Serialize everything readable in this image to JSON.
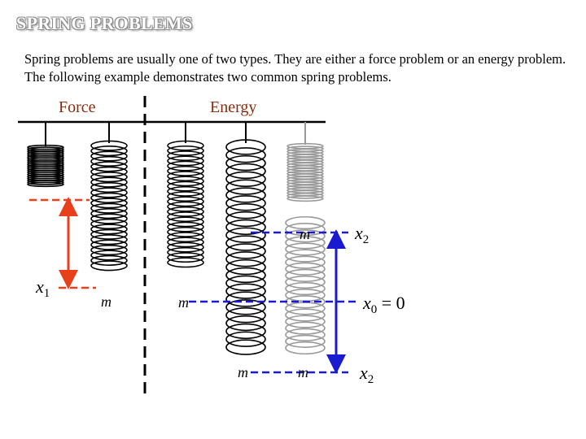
{
  "slide": {
    "title": "SPRING PROBLEMS",
    "intro": "Spring problems are usually one of two types. They are either a force problem or an energy problem. The following example demonstrates two common spring problems."
  },
  "diagram": {
    "headers": {
      "force": "Force",
      "energy": "Energy"
    },
    "mass_label": "m",
    "labels": {
      "x1_base": "x",
      "x1_sub": "1",
      "x2_top_base": "x",
      "x2_top_sub": "2",
      "x0_base": "x",
      "x0_sub": "0",
      "x0_rest": " = 0",
      "x2_bot_base": "x",
      "x2_bot_sub": "2"
    },
    "colors": {
      "force_arrow": "#e8401a",
      "energy_arrow": "#1a1ad0",
      "spring": "#000000",
      "spring_gray": "#9a9a9a",
      "dashed_orange": "#e8401a",
      "dashed_blue": "#1a1ad0"
    }
  }
}
